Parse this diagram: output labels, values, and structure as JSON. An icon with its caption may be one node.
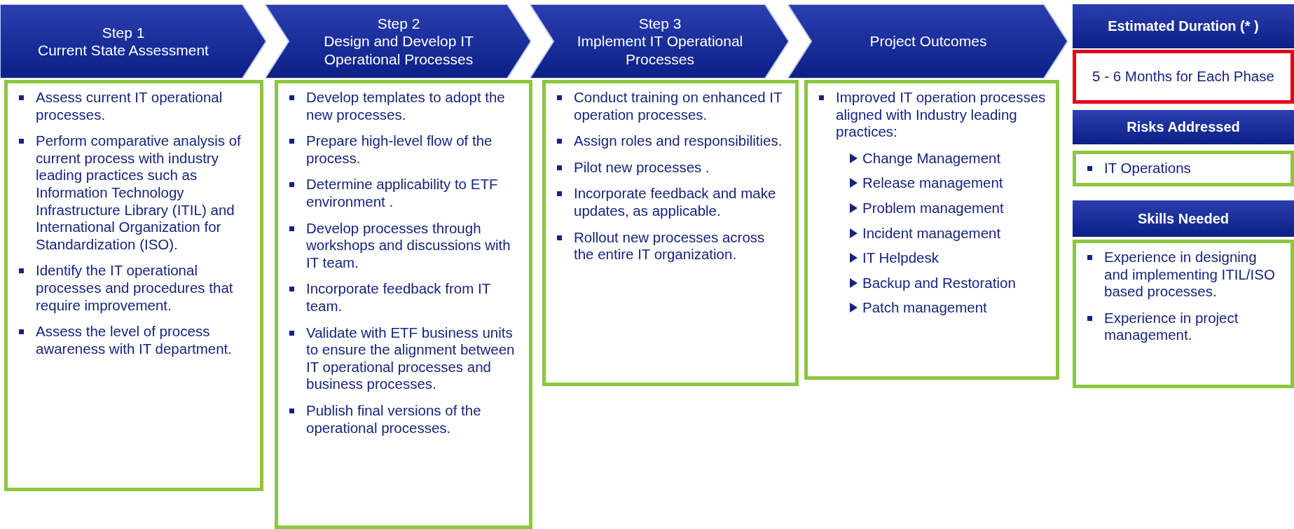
{
  "diagram": {
    "nodes": [
      {
        "text": [
          "Step 1",
          "Current State Assessment"
        ]
      },
      {
        "text": [
          "Step 2",
          "Design and Develop IT Operational Processes"
        ]
      },
      {
        "text": [
          "Step 3",
          "Implement IT Operational Processes"
        ]
      },
      {
        "text": [
          "Project Outcomes"
        ]
      },
      {
        "text": [
          "Estimated Duration (* )"
        ]
      },
      {
        "text": [
          "Assess current IT operational processes.",
          "Perform comparative analysis of current process with industry leading practices such as Information Technology Infrastructure Library (ITIL) and International Organization for Standardization (ISO).",
          "Identify the IT operational processes and procedures that require improvement.",
          "Assess the level of process awareness with IT department."
        ]
      },
      {
        "text": [
          "Develop templates to adopt the new processes.",
          "Prepare high-level flow of the process.",
          "Determine applicability to ETF environment .",
          "Develop processes through workshops and discussions with IT team.",
          "Incorporate feedback from IT team.",
          "Validate with ETF business units to ensure the alignment between IT operational processes and business processes.",
          "Publish final versions of the operational processes."
        ]
      },
      {
        "text": [
          "Conduct training on enhanced IT operation processes.",
          "Assign roles and responsibilities.",
          "Pilot new processes .",
          "Incorporate feedback and make updates, as applicable.",
          "Rollout new processes across the entire IT organization."
        ]
      },
      {
        "text": [
          "Improved IT operation processes aligned with Industry leading practices:",
          "Change Management",
          "Release management",
          "Problem management",
          "Incident management",
          "IT Helpdesk",
          "Backup and Restoration",
          "Patch management"
        ]
      },
      {
        "text": [
          "5 - 6 Months for Each Phase"
        ]
      },
      {
        "text": [
          "Risks Addressed"
        ]
      },
      {
        "text": [
          "IT Operations"
        ]
      },
      {
        "text": [
          "Skills Needed"
        ]
      },
      {
        "text": [
          "Experience in designing and implementing ITIL/ISO based processes.",
          "Experience in project management."
        ]
      }
    ]
  }
}
